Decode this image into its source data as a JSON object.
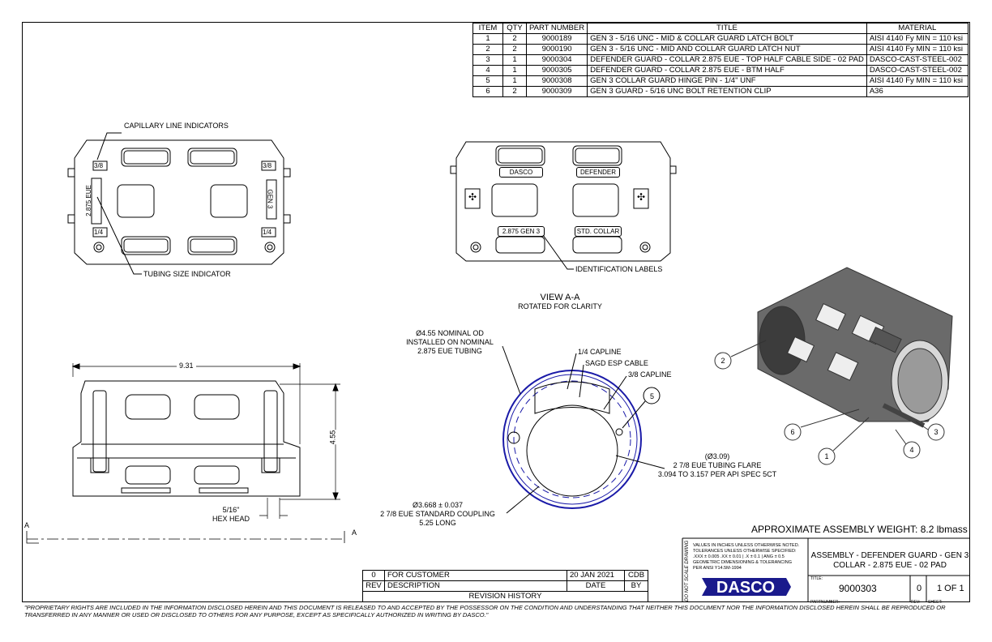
{
  "bom": {
    "headers": [
      "ITEM",
      "QTY",
      "PART NUMBER",
      "TITLE",
      "MATERIAL"
    ],
    "rows": [
      {
        "item": "1",
        "qty": "2",
        "part": "9000189",
        "title": "GEN 3 - 5/16 UNC - MID & COLLAR GUARD LATCH BOLT",
        "material": "AISI 4140 Fy MIN = 110 ksi"
      },
      {
        "item": "2",
        "qty": "2",
        "part": "9000190",
        "title": "GEN 3 - 5/16 UNC - MID AND COLLAR GUARD LATCH NUT",
        "material": "AISI 4140 Fy MIN = 110 ksi"
      },
      {
        "item": "3",
        "qty": "1",
        "part": "9000304",
        "title": "DEFENDER GUARD - COLLAR 2.875 EUE - TOP HALF CABLE SIDE - 02 PAD",
        "material": "DASCO-CAST-STEEL-002"
      },
      {
        "item": "4",
        "qty": "1",
        "part": "9000305",
        "title": "DEFENDER GUARD - COLLAR 2.875 EUE - BTM HALF",
        "material": "DASCO-CAST-STEEL-002"
      },
      {
        "item": "5",
        "qty": "1",
        "part": "9000308",
        "title": "GEN 3 COLLAR GUARD HINGE PIN - 1/4\" UNF",
        "material": "AISI 4140 Fy MIN = 110 ksi"
      },
      {
        "item": "6",
        "qty": "2",
        "part": "9000309",
        "title": "GEN 3 GUARD - 5/16 UNC BOLT RETENTION CLIP",
        "material": "A36"
      }
    ]
  },
  "left_view": {
    "capillary_label": "CAPILLARY LINE INDICATORS",
    "tubing_label": "TUBING SIZE INDICATOR",
    "tag_38": "3/8",
    "tag_14": "1/4",
    "tag_eue": "2.875 EUE",
    "tag_gen3": "GEN 3"
  },
  "mid_view": {
    "dasco": "DASCO",
    "defender": "DEFENDER",
    "gen3": "2.875 GEN 3",
    "std": "STD. COLLAR",
    "id_label": "IDENTIFICATION LABELS"
  },
  "section": {
    "title": "VIEW A-A",
    "subtitle": "ROTATED FOR CLARITY",
    "od_note": [
      "Ø4.55 NOMINAL OD",
      "INSTALLED ON NOMINAL",
      "2.875 EUE TUBING"
    ],
    "cap14": "1/4 CAPLINE",
    "sagd": "SAGD ESP CABLE",
    "cap38": "3/8 CAPLINE",
    "flare": [
      "(Ø3.09)",
      "2 7/8 EUE TUBING FLARE",
      "3.094 TO 3.157 PER API SPEC 5CT"
    ],
    "coupling": [
      "Ø3.668 ± 0.037",
      "2 7/8 EUE STANDARD COUPLING",
      "5.25 LONG"
    ],
    "balloon5": "5"
  },
  "front_view": {
    "dim_width": "9.31",
    "dim_height": "4.55",
    "hex": [
      "5/16\"",
      "HEX HEAD"
    ],
    "section_mark": "A"
  },
  "iso_view": {
    "balloons": [
      "2",
      "6",
      "1",
      "4",
      "3"
    ]
  },
  "weight": "APPROXIMATE ASSEMBLY WEIGHT: 8.2 lbmass",
  "revision": {
    "rows": [
      {
        "rev": "0",
        "desc": "FOR CUSTOMER",
        "date": "20 JAN 2021",
        "by": "CDB"
      }
    ],
    "headers": {
      "rev": "REV",
      "desc": "DESCRIPTION",
      "date": "DATE",
      "by": "BY"
    },
    "caption": "REVISION HISTORY"
  },
  "title_block": {
    "tolerances": [
      "VALUES IN INCHES UNLESS OTHERWISE NOTED.",
      "TOLERANCES UNLESS OTHERWISE SPECIFIED:",
      ".XXX ± 0.005  .XX ± 0.01  |  .X ± 0.1  |  ANG ± 0.5",
      "GEOMETRIC DIMENSIONING & TOLERANCING",
      "PER ANSI Y14.5M-1994"
    ],
    "do_not_scale": "DO NOT SCALE DRAWING",
    "title": [
      "ASSEMBLY - DEFENDER GUARD - GEN 3",
      "COLLAR - 2.875 EUE - 02 PAD"
    ],
    "title_label": "TITLE:",
    "logo": "DASCO",
    "part_number": "9000303",
    "part_label": "PARTNUMBER:",
    "rev": "0",
    "rev_label": "REV:",
    "sheet": "1 OF 1",
    "sheet_label": "SHEET:"
  },
  "proprietary": "\"PROPRIETARY RIGHTS ARE INCLUDED IN THE INFORMATION DISCLOSED HEREIN AND THIS DOCUMENT IS RELEASED TO AND ACCEPTED BY THE POSSESSOR ON THE CONDITION AND UNDERSTANDING THAT NEITHER THIS DOCUMENT NOR THE INFORMATION DISCLOSED HEREIN SHALL BE REPRODUCED OR TRANSFERRED IN ANY MANNER OR USED OR DISCLOSED TO OTHERS FOR ANY PURPOSE, EXCEPT AS SPECIFICALLY AUTHORIZED IN WRITING BY DASCO.\"",
  "colors": {
    "section_circle": "#1a1aa8",
    "line": "#000000",
    "iso_body": "#555555"
  }
}
